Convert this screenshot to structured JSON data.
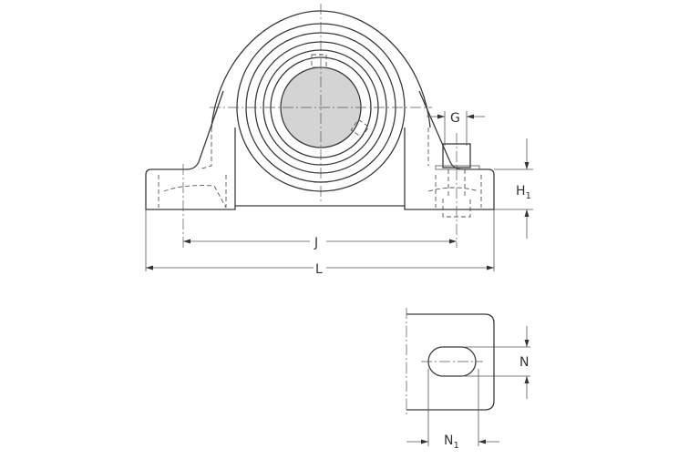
{
  "figure": {
    "type": "technical drawing",
    "subject": "pillow block bearing unit (front view and base slot detail)",
    "colors": {
      "line": "#3a3a3a",
      "bore_fill": "#d4d4d4",
      "background": "#ffffff"
    }
  },
  "dimensions": {
    "G": "G",
    "H1": "H",
    "H1_sub": "1",
    "J": "J",
    "L": "L",
    "N": "N",
    "N1": "N",
    "N1_sub": "1"
  }
}
